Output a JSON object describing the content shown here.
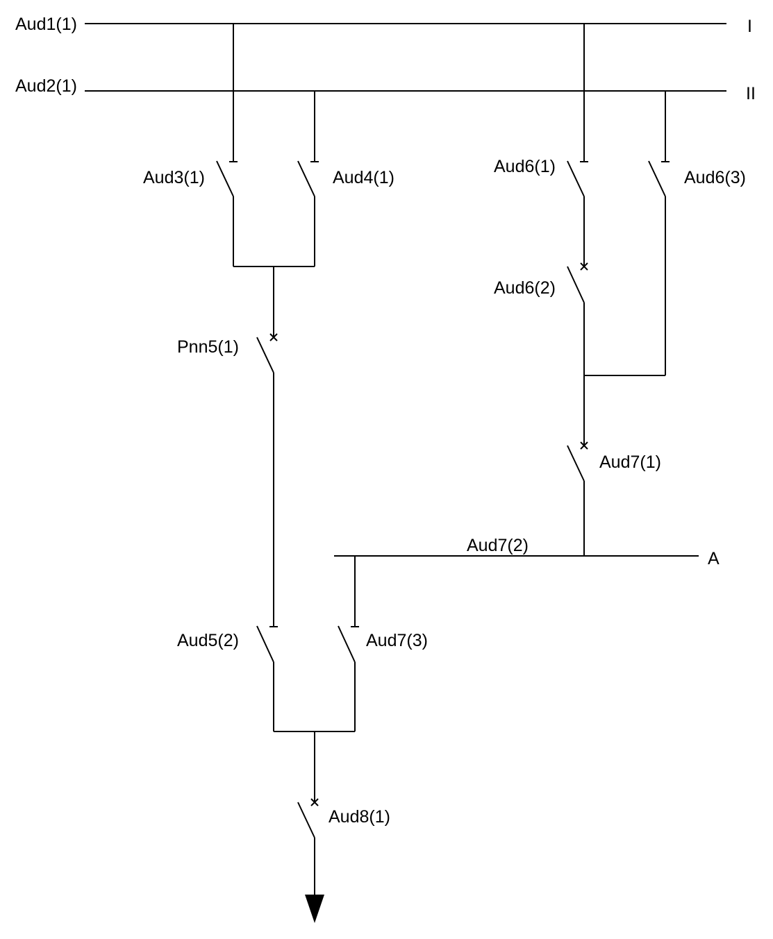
{
  "buses": {
    "bus1_label": "Aud1(1)",
    "bus1_name": "I",
    "bus2_label": "Aud2(1)",
    "bus2_name": "II",
    "bus_a_label": "Aud7(2)",
    "bus_a_name": "A"
  },
  "switches": {
    "aud3_1": "Aud3(1)",
    "aud4_1": "Aud4(1)",
    "aud6_1": "Aud6(1)",
    "aud6_3": "Aud6(3)",
    "aud6_2": "Aud6(2)",
    "pnn5_1": "Pnn5(1)",
    "aud7_1": "Aud7(1)",
    "aud5_2": "Aud5(2)",
    "aud7_3": "Aud7(3)",
    "aud8_1": "Aud8(1)"
  }
}
